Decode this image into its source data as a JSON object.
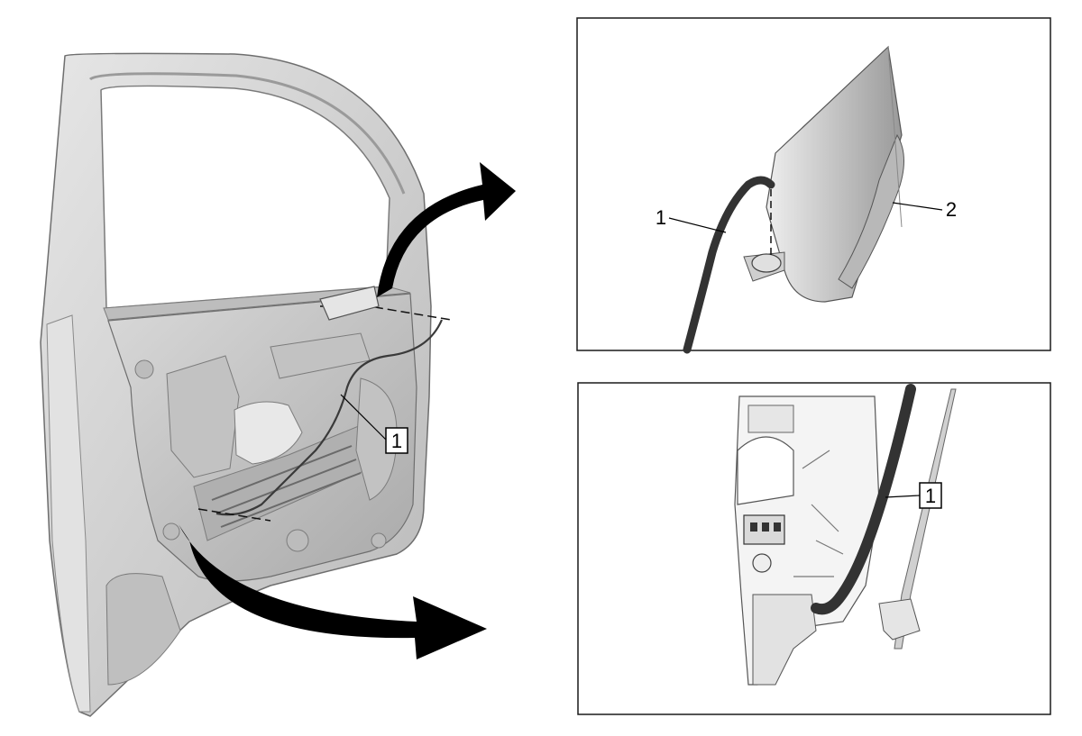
{
  "main_view": {
    "callouts": [
      {
        "label": "1"
      }
    ]
  },
  "detail_top": {
    "callouts": [
      {
        "label": "1"
      },
      {
        "label": "2"
      }
    ]
  },
  "detail_bottom": {
    "callouts": [
      {
        "label": "1"
      }
    ]
  },
  "colors": {
    "panel_fill": "#d2d2d2",
    "panel_dark": "#8a8a8a",
    "outline": "#2b2b2b",
    "cable": "#3a3a3a",
    "arrow": "#000000",
    "frame": "#1a1a1a"
  }
}
